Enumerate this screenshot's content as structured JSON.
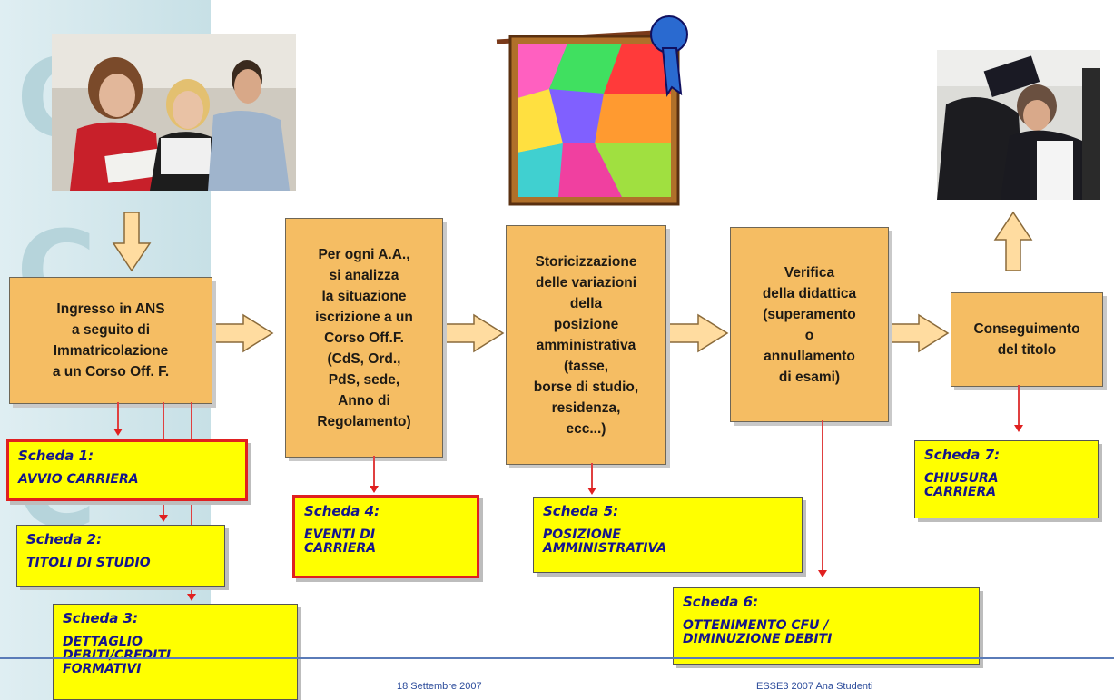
{
  "steps": [
    "Ingresso in ANS\na seguito di\nImmatricolazione\na un Corso Off. F.",
    "Per ogni A.A.,\nsi analizza\nla situazione\niscrizione a un\nCorso Off.F.\n(CdS, Ord.,\nPdS, sede,\nAnno di\nRegolamento)",
    "Storicizzazione\ndelle variazioni\ndella\nposizione\namministrativa\n(tasse,\nborse di studio,\nresidenza,\necc...)",
    "Verifica\ndella didattica\n(superamento\no\nannullamento\ndi esami)",
    "Conseguimento\ndel titolo"
  ],
  "schede": [
    {
      "title": "Scheda 1:",
      "body": "AVVIO CARRIERA"
    },
    {
      "title": "Scheda 2:",
      "body": "TITOLI DI STUDIO"
    },
    {
      "title": "Scheda 3:",
      "body": "DETTAGLIO\nDEBITI/CREDITI\nFORMATIVI"
    },
    {
      "title": "Scheda 4:",
      "body": "EVENTI DI\nCARRIERA"
    },
    {
      "title": "Scheda 5:",
      "body": "POSIZIONE\nAMMINISTRATIVA"
    },
    {
      "title": "Scheda 6:",
      "body": "OTTENIMENTO CFU /\nDIMINUZIONE DEBITI"
    },
    {
      "title": "Scheda 7:",
      "body": "CHIUSURA\nCARRIERA"
    }
  ],
  "footer": {
    "left": "18 Settembre 2007",
    "right": "ESSE3 2007 Ana Studenti"
  },
  "colors": {
    "step_fill": "#f5bd63",
    "card_fill": "#ffff00",
    "card_text": "#14148c",
    "connector": "#e02020",
    "highlight_border": "#e02020"
  },
  "images": [
    "students-photo",
    "patchwork-award-clipart",
    "graduation-hug-photo"
  ]
}
